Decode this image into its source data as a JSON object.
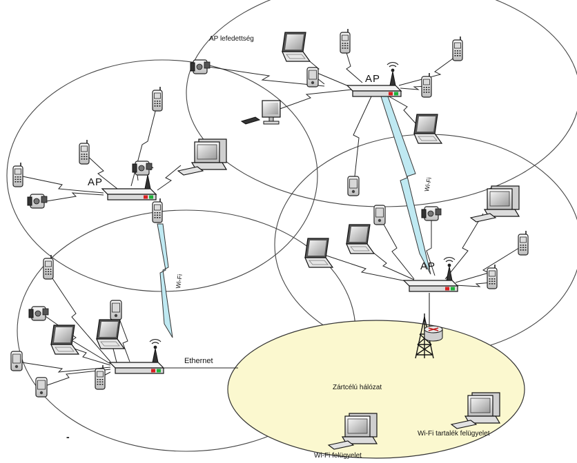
{
  "labels": {
    "ap_coverage": "AP lefedettség",
    "ap": "AP",
    "wifi": "Wi-Fi",
    "ethernet": "Ethernet",
    "closed_network": "Zártcélú hálózat",
    "wifi_backup_monitoring": "Wi-Fi tartalék felügyelet",
    "wifi_monitoring": "Wi-Fi  felügyelet",
    "dash": "-"
  },
  "colors": {
    "cell_stroke": "#444444",
    "closed_network_fill": "#fbf8cf",
    "wifi_link_fill": "#bfe9f2",
    "wifi_link_stroke": "#333333",
    "device_fill": "#e8e8e8",
    "device_dark": "#2a2a2a",
    "led_red": "#d81f1f",
    "led_green": "#1fb33a"
  }
}
